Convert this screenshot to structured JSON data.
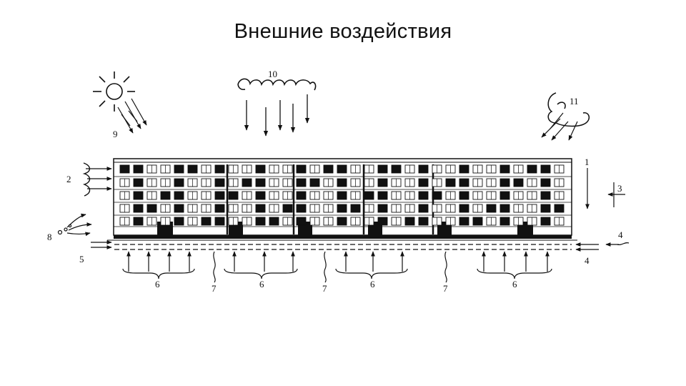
{
  "title": "Внешние воздействия",
  "colors": {
    "ink": "#111111",
    "paper": "#ffffff"
  },
  "labels": {
    "n1": "1",
    "n2": "2",
    "n3": "3",
    "n4a": "4",
    "n4b": "4",
    "n5": "5",
    "n6a": "6",
    "n6b": "6",
    "n6c": "6",
    "n6d": "6",
    "n7a": "7",
    "n7b": "7",
    "n7c": "7",
    "n8": "8",
    "n9": "9",
    "n10": "10",
    "n11": "11"
  },
  "icons": [
    "sun-icon",
    "rain-cloud-icon",
    "wind-gust-icon",
    "heat-wave-icon",
    "gas-emission-icon"
  ]
}
